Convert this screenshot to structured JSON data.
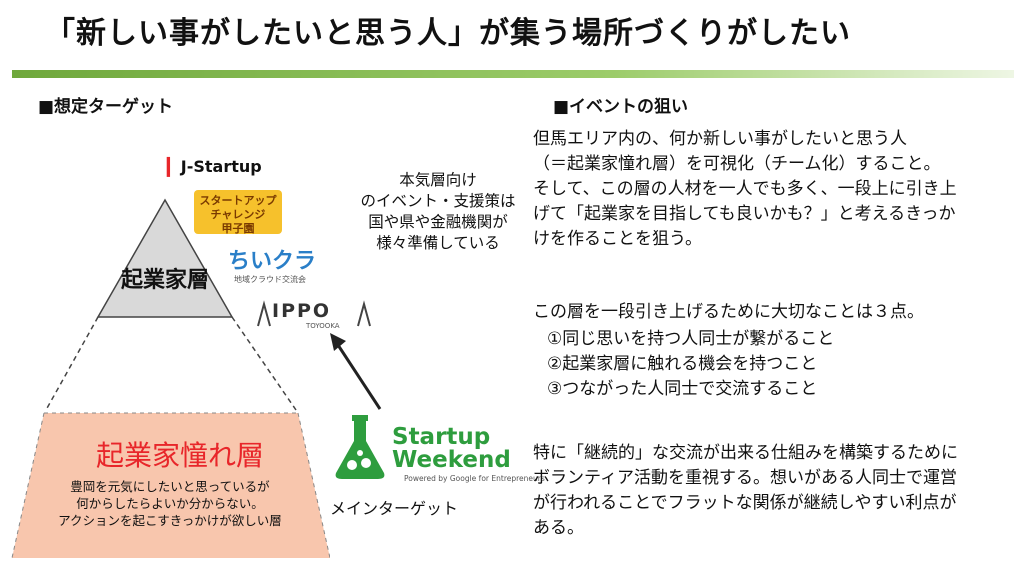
{
  "title": "「新しい事がしたいと思う人」が集う場所づくりがしたい",
  "left": {
    "heading": "■想定ターゲット",
    "pyramid": {
      "entrepreneur_layer": "起業家層",
      "aspiring_layer": "起業家憧れ層",
      "aspiring_desc": [
        "豊岡を元気にしたいと思っているが",
        "何からしたらよいか分からない。",
        "アクションを起こすきっかけが欲しい層"
      ]
    },
    "support_note": [
      "本気層向け",
      "のイベント・支援策は",
      "国や県や金融機関が",
      "様々準備している"
    ],
    "main_target": "メインターゲット",
    "logos": {
      "jstartup": "J-Startup",
      "koshien": [
        "スタートアップ",
        "チャレンジ",
        "甲子園"
      ],
      "chikura": "ちいクラ",
      "chikura_sub": "地域クラウド交流会",
      "ippo": "IPPO",
      "ippo_sub": "TOYOOKA",
      "sw_line1": "Startup",
      "sw_line2": "Weekend",
      "sw_powered": "Powered by Google for Entrepreneurs"
    },
    "colors": {
      "aspiring_fill": "#f8c6ad",
      "entrepreneur_fill": "#d9d9d9",
      "accent_red": "#e8262a",
      "sw_green": "#2e9d3e"
    }
  },
  "right": {
    "heading": "■イベントの狙い",
    "para1": [
      "但馬エリア内の、何か新しい事がしたいと思う人",
      "（＝起業家憧れ層）を可視化（チーム化）すること。",
      "そして、この層の人材を一人でも多く、一段上に引き上",
      "げて「起業家を目指しても良いかも？」と考えるきっか",
      "けを作ることを狙う。"
    ],
    "para2_intro": "この層を一段引き上げるために大切なことは３点。",
    "points": [
      "①同じ思いを持つ人同士が繋がること",
      "②起業家層に触れる機会を持つこと",
      "③つながった人同士で交流すること"
    ],
    "para3": [
      "特に「継続的」な交流が出来る仕組みを構築するために",
      "ボランティア活動を重視する。想いがある人同士で運営",
      "が行われることでフラットな関係が継続しやすい利点が",
      "ある。"
    ]
  }
}
